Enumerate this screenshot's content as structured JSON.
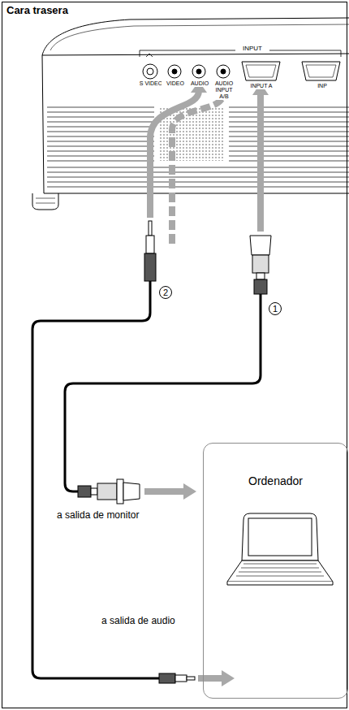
{
  "diagram": {
    "title": "Cara trasera",
    "nodes": [
      {
        "text": [
          "Ordenador"
        ]
      }
    ],
    "labels": [
      "INPUT",
      "S VIDEO",
      "VIDEO",
      "AUDIO",
      "AUDIO INPUT A/B",
      "INPUT A",
      "INP",
      "2",
      "1",
      "a salida de monitor",
      "a salida de audio"
    ]
  }
}
